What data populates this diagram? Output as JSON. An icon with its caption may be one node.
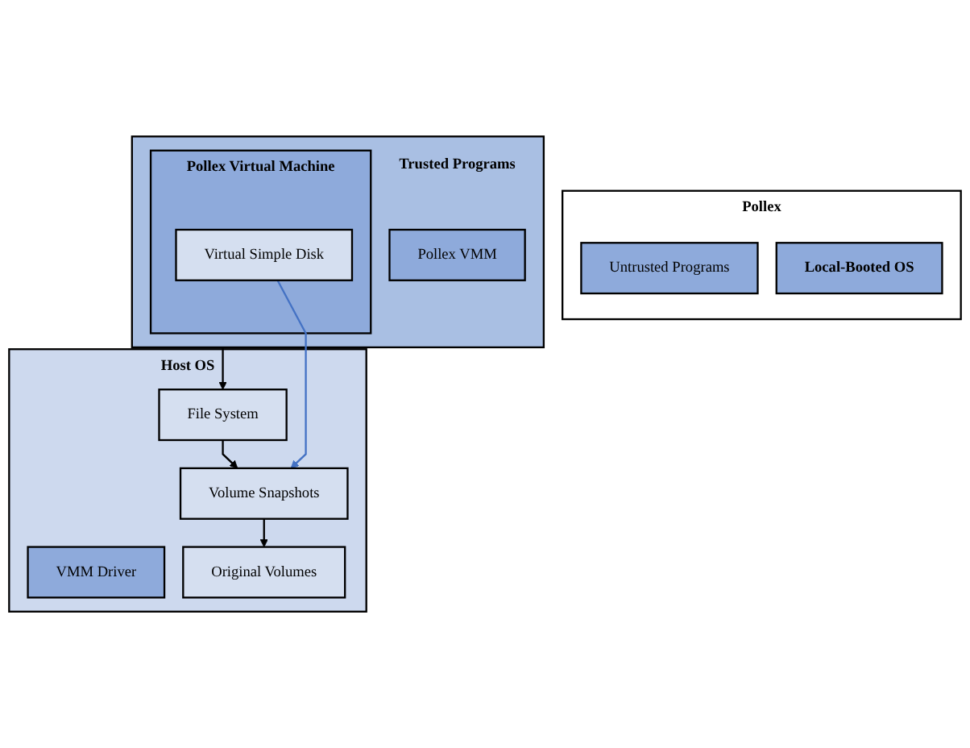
{
  "diagram": {
    "nodes": [
      {
        "text": [
          "Pollex"
        ]
      },
      {
        "text": [
          "Untrusted Programs"
        ],
        "in": 0
      },
      {
        "text": [
          "Local-Booted OS"
        ],
        "in": 0
      },
      {
        "text": [
          "Trusted Programs"
        ]
      },
      {
        "text": [
          "Pollex Virtual Machine"
        ],
        "in": 3
      },
      {
        "text": [
          "Virtual Simple Disk"
        ],
        "in": 4
      },
      {
        "text": [
          "Pollex VMM"
        ],
        "in": 3
      },
      {
        "text": [
          "Host OS"
        ]
      },
      {
        "text": [
          "File System"
        ],
        "in": 7
      },
      {
        "text": [
          "VMM Driver"
        ],
        "in": 7
      },
      {
        "text": [
          "Volume Snapshots"
        ],
        "in": 7
      },
      {
        "text": [
          "Original Volumes"
        ],
        "in": 7
      }
    ],
    "edges": [
      {
        "from": 3,
        "to": 8,
        "arrow": "to"
      },
      {
        "from": 8,
        "to": 10,
        "arrow": "to"
      },
      {
        "from": 10,
        "to": 11,
        "arrow": "to"
      },
      {
        "from": 5,
        "to": 10,
        "arrow": "to",
        "color": "#4472c4"
      }
    ]
  }
}
